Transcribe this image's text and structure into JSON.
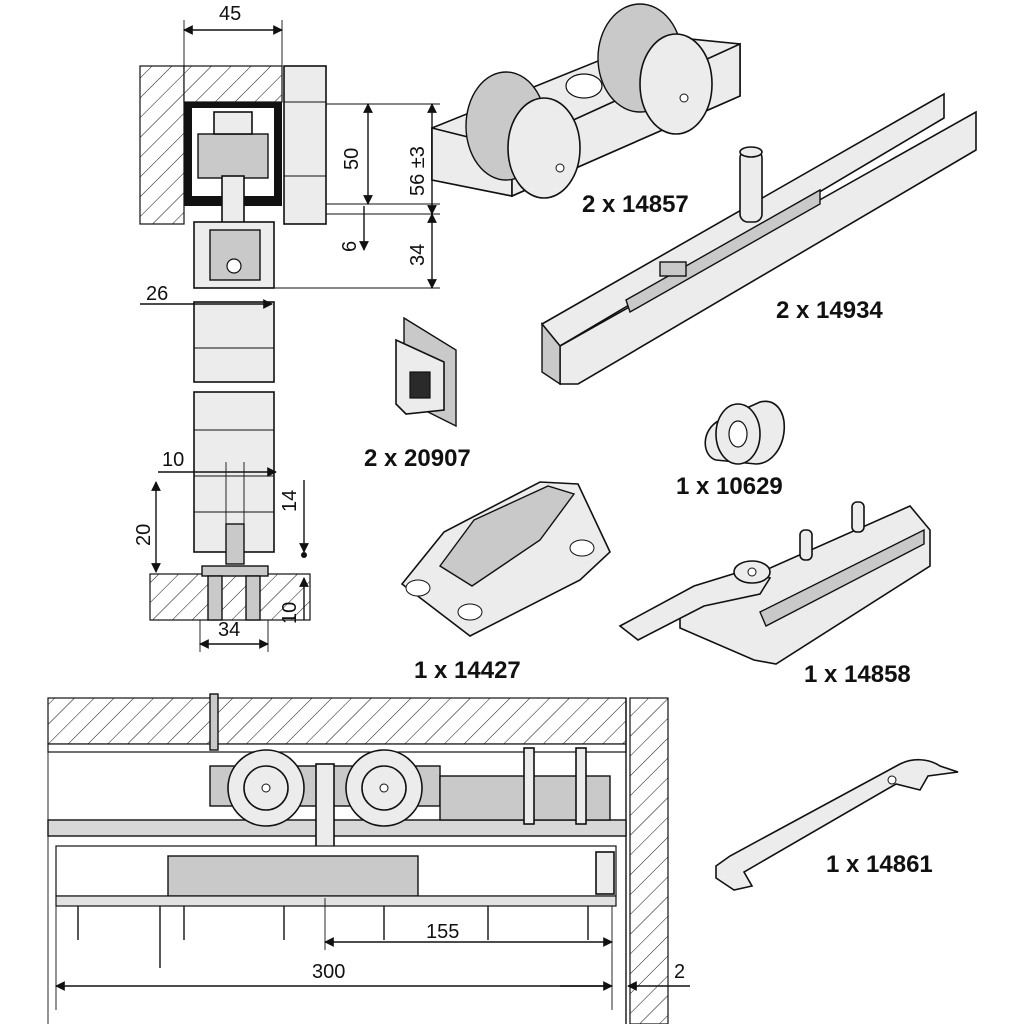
{
  "parts": [
    {
      "label": "2 x 14857"
    },
    {
      "label": "2 x 14934"
    },
    {
      "label": "2 x 20907"
    },
    {
      "label": "1 x 10629"
    },
    {
      "label": "1 x 14427"
    },
    {
      "label": "1 x 14858"
    },
    {
      "label": "1 x 14861"
    }
  ],
  "dimensions": {
    "top_width": "45",
    "height_50": "50",
    "height_56": "56 ±3",
    "gap_6": "6",
    "height_34": "34",
    "width_26": "26",
    "width_10": "10",
    "height_20": "20",
    "height_14": "14",
    "depth_10": "10",
    "bottom_34": "34",
    "length_155": "155",
    "length_300": "300",
    "gap_2": "2"
  }
}
